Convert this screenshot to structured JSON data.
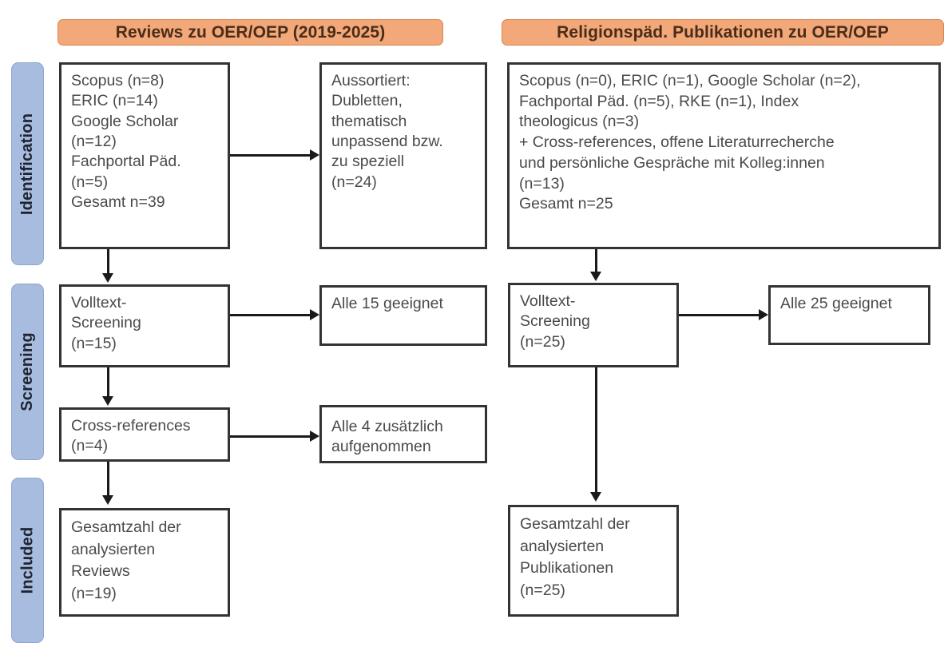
{
  "columns": {
    "left": {
      "header": "Reviews zu OER/OEP (2019-2025)"
    },
    "right": {
      "header": "Religionspäd. Publikationen zu OER/OEP"
    }
  },
  "stages": [
    {
      "label": "Identification"
    },
    {
      "label": "Screening"
    },
    {
      "label": "Included"
    }
  ],
  "boxes": {
    "left_identification_sources": "Scopus (n=8)\nERIC (n=14)\nGoogle Scholar\n(n=12)\nFachportal Päd.\n(n=5)\nGesamt n=39",
    "left_excluded": "Aussortiert:\nDubletten,\nthematisch\nunpassend bzw.\nzu speziell\n(n=24)",
    "left_fulltext_screening": "Volltext-\nScreening\n(n=15)",
    "left_all_eligible": "Alle 15 geeignet",
    "left_cross_references": "Cross-references\n(n=4)",
    "left_all_added": "Alle 4 zusätzlich\naufgenommen",
    "left_included_total": "Gesamtzahl der\nanalysierten\nReviews\n(n=19)",
    "right_identification_sources": "Scopus (n=0), ERIC (n=1), Google Scholar (n=2),\nFachportal Päd. (n=5), RKE (n=1), Index\ntheologicus (n=3)\n+ Cross-references, offene Literaturrecherche\nund persönliche Gespräche mit Kolleg:innen\n(n=13)\nGesamt n=25",
    "right_fulltext_screening": "Volltext-\nScreening\n(n=25)",
    "right_all_eligible": "Alle 25 geeignet",
    "right_included_total": "Gesamtzahl der\nanalysierten\nPublikationen\n(n=25)"
  },
  "colors": {
    "header_fill": "#F2A878",
    "header_border": "#D9854F",
    "header_text": "#4a2c1a",
    "stage_fill": "#A7BCDE",
    "stage_border": "#8FA6CC",
    "box_border": "#333333",
    "box_text": "#4a4a4a",
    "connector": "#1a1a1a",
    "background": "#ffffff"
  },
  "counts": {
    "left_scopus": 8,
    "left_eric": 14,
    "left_google_scholar": 12,
    "left_fachportal": 5,
    "left_total_identified": 39,
    "left_excluded": 24,
    "left_fulltext": 15,
    "left_eligible": 15,
    "left_cross_references": 4,
    "left_added": 4,
    "left_included": 19,
    "right_scopus": 0,
    "right_eric": 1,
    "right_google_scholar": 2,
    "right_fachportal": 5,
    "right_rke": 1,
    "right_index_theologicus": 3,
    "right_other_sources": 13,
    "right_total_identified": 25,
    "right_fulltext": 25,
    "right_eligible": 25,
    "right_included": 25
  }
}
